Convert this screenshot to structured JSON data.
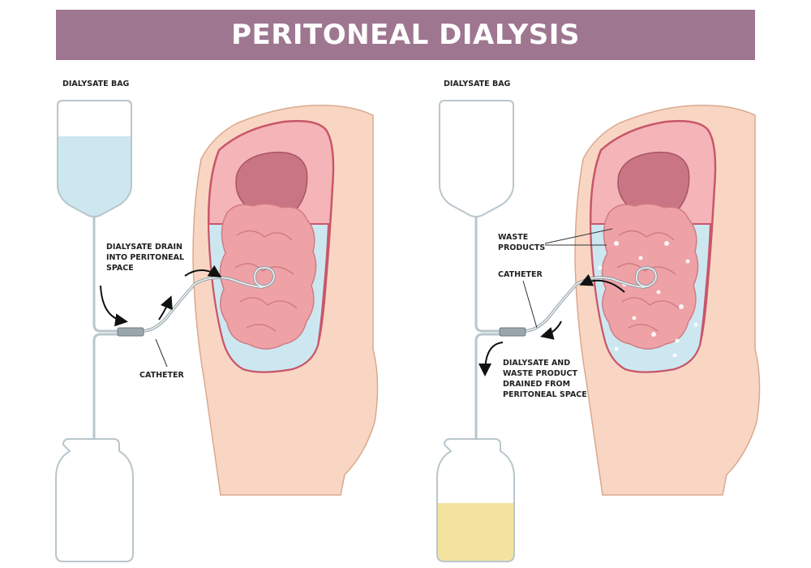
{
  "title": "PERITONEAL DIALYSIS",
  "colors": {
    "banner": "#9e7690",
    "skin": "#f9d6c3",
    "skin_outline": "#d9a98e",
    "cavity": "#f5b4b8",
    "cavity_outline": "#c9566a",
    "dialysate": "#cde7f1",
    "waste_fluid": "#f3e3a0",
    "organ": "#c97583",
    "intestine": "#eea2a6",
    "bag_outline": "#b9c6cc",
    "arrow": "#111111"
  },
  "left_panel": {
    "bag_label": "DIALYSATE BAG",
    "process_label": "DIALYSATE DRAIN\nINTO PERITONEAL\nSPACE",
    "catheter_label": "CATHETER",
    "bag_fill": "dialysate",
    "drain_bag_fill": "empty"
  },
  "right_panel": {
    "bag_label": "DIALYSATE BAG",
    "waste_label": "WASTE\nPRODUCTS",
    "catheter_label": "CATHETER",
    "process_label": "DIALYSATE AND\nWASTE PRODUCT\nDRAINED FROM\nPERITONEAL SPACE",
    "bag_fill": "empty",
    "drain_bag_fill": "waste"
  }
}
